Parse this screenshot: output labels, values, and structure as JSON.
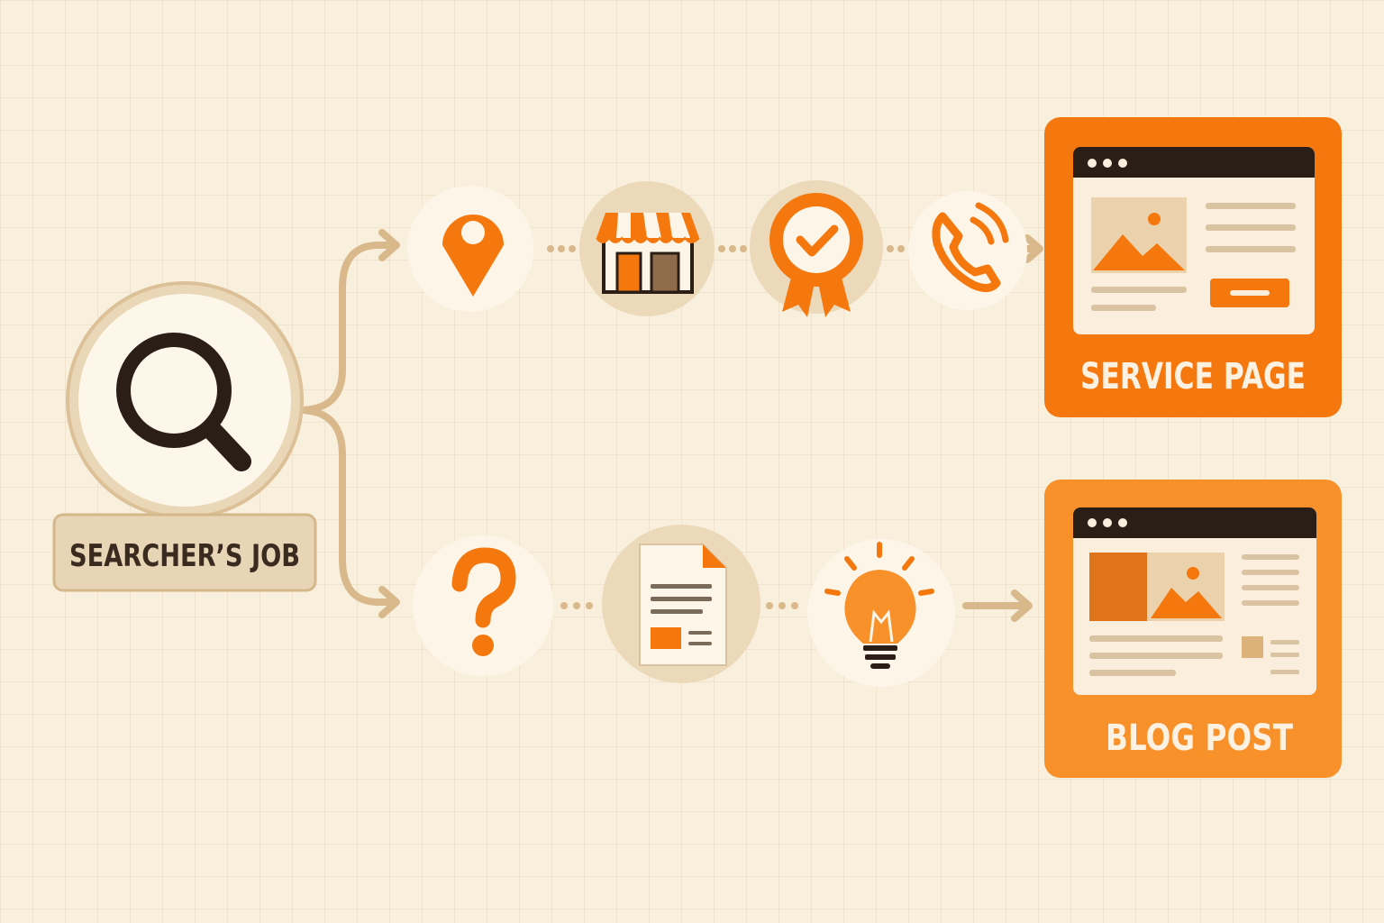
{
  "diagram": {
    "source": {
      "label": "SEARCHER’S JOB",
      "icon": "magnifying-glass-icon"
    },
    "branches": [
      {
        "id": "service",
        "steps": [
          {
            "icon": "map-pin-icon"
          },
          {
            "icon": "storefront-icon"
          },
          {
            "icon": "award-badge-icon"
          },
          {
            "icon": "phone-call-icon"
          }
        ],
        "destination": {
          "label": "SERVICE PAGE",
          "icon": "browser-window-icon"
        }
      },
      {
        "id": "blog",
        "steps": [
          {
            "icon": "question-mark-icon"
          },
          {
            "icon": "document-icon"
          },
          {
            "icon": "lightbulb-icon"
          }
        ],
        "destination": {
          "label": "BLOG POST",
          "icon": "browser-window-icon"
        }
      }
    ],
    "colors": {
      "accent": "#f5780f",
      "accent_light": "#f8912a",
      "dark": "#2b1e17",
      "connector": "#d9b98c",
      "circle_fill": "#fdf6e8",
      "circle_alt": "#ecd9ba"
    }
  }
}
